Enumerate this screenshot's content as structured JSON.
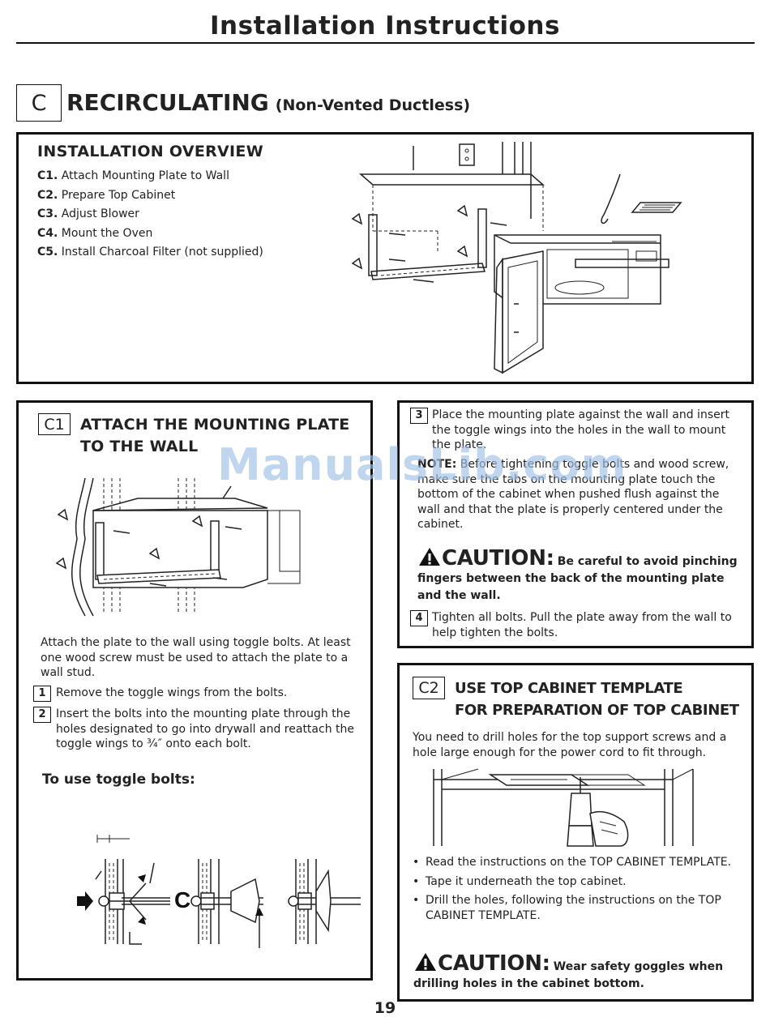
{
  "page": {
    "title": "Installation Instructions",
    "page_number": "19",
    "watermark": "ManualsLib.com"
  },
  "section": {
    "letter": "C",
    "heading": "RECIRCULATING",
    "subheading": "(Non-Vented Ductless)"
  },
  "overview": {
    "heading": "INSTALLATION OVERVIEW",
    "items": [
      {
        "code": "C1.",
        "text": "Attach Mounting Plate to Wall"
      },
      {
        "code": "C2.",
        "text": "Prepare Top Cabinet"
      },
      {
        "code": "C3.",
        "text": "Adjust Blower"
      },
      {
        "code": "C4.",
        "text": "Mount the Oven"
      },
      {
        "code": "C5.",
        "text": "Install Charcoal Filter (not supplied)"
      }
    ]
  },
  "c1": {
    "tag": "C1",
    "heading_line1": "ATTACH THE MOUNTING PLATE",
    "heading_line2": "TO THE WALL",
    "intro": "Attach the plate to the wall using toggle bolts. At least one wood screw must be used to attach the plate to a wall stud.",
    "steps": [
      {
        "num": "1",
        "text": "Remove the toggle wings from the bolts."
      },
      {
        "num": "2",
        "text": "Insert the bolts into the mounting plate through the holes designated to go into drywall and reattach the toggle wings to ¾″ onto each bolt."
      }
    ],
    "toggle_heading": "To use toggle bolts:"
  },
  "c1_cont": {
    "step3_num": "3",
    "step3_text": "Place the mounting plate against the wall and insert the toggle wings into the holes in the wall to mount the plate.",
    "note_label": "NOTE:",
    "note_text": "Before tightening toggle bolts and wood screw, make sure the tabs on the mounting plate touch the bottom of the cabinet when pushed flush against the wall and that the plate is properly centered under the cabinet.",
    "caution_word": "CAUTION:",
    "caution_text": "Be careful to avoid pinching fingers between the back of the mounting plate and the wall.",
    "step4_num": "4",
    "step4_text": "Tighten all bolts. Pull the plate away from the wall to help tighten the bolts."
  },
  "c2": {
    "tag": "C2",
    "heading_line1": "USE TOP CABINET TEMPLATE",
    "heading_line2": "FOR PREPARATION OF TOP CABINET",
    "intro": "You need to drill holes for the top support screws and a hole large enough for the power cord to fit through.",
    "bullets": [
      "Read the instructions on the TOP CABINET TEMPLATE.",
      "Tape it underneath the top cabinet.",
      "Drill the holes, following the instructions on the TOP CABINET TEMPLATE."
    ],
    "caution_word": "CAUTION:",
    "caution_text": "Wear safety goggles when drilling holes in the cabinet bottom."
  }
}
